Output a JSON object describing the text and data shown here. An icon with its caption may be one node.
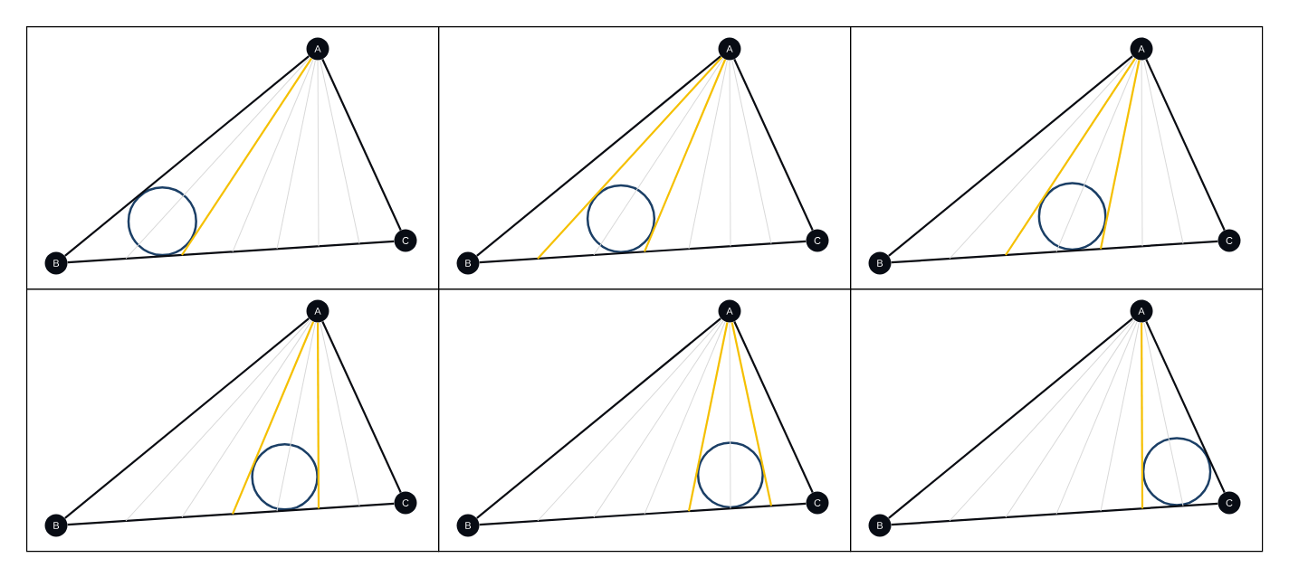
{
  "diagram": {
    "nodes": [
      {
        "text": [],
        "shape": "box"
      },
      {
        "text": [
          "A"
        ],
        "in": 0
      },
      {
        "text": [
          "B"
        ],
        "in": 0
      },
      {
        "text": [
          "C"
        ],
        "in": 0
      },
      {
        "text": [],
        "shape": "circle",
        "in": 0
      },
      {
        "text": [],
        "shape": "box"
      },
      {
        "text": [
          "A"
        ],
        "in": 5
      },
      {
        "text": [
          "B"
        ],
        "in": 5
      },
      {
        "text": [
          "C"
        ],
        "in": 5
      },
      {
        "text": [],
        "shape": "circle",
        "in": 5
      },
      {
        "text": [],
        "shape": "box"
      },
      {
        "text": [
          "A"
        ],
        "in": 10
      },
      {
        "text": [
          "B"
        ],
        "in": 10
      },
      {
        "text": [
          "C"
        ],
        "in": 10
      },
      {
        "text": [],
        "shape": "circle",
        "in": 10
      },
      {
        "text": [],
        "shape": "box"
      },
      {
        "text": [
          "A"
        ],
        "in": 15
      },
      {
        "text": [
          "B"
        ],
        "in": 15
      },
      {
        "text": [
          "C"
        ],
        "in": 15
      },
      {
        "text": [],
        "shape": "circle",
        "in": 15
      },
      {
        "text": [],
        "shape": "box"
      },
      {
        "text": [
          "A"
        ],
        "in": 20
      },
      {
        "text": [
          "B"
        ],
        "in": 20
      },
      {
        "text": [
          "C"
        ],
        "in": 20
      },
      {
        "text": [],
        "shape": "circle",
        "in": 20
      },
      {
        "text": [],
        "shape": "box"
      },
      {
        "text": [
          "A"
        ],
        "in": 25
      },
      {
        "text": [
          "B"
        ],
        "in": 25
      },
      {
        "text": [
          "C"
        ],
        "in": 25
      },
      {
        "text": [],
        "shape": "circle",
        "in": 25
      }
    ],
    "edges": [
      {
        "from": 1,
        "to": 2,
        "arrow": "none",
        "color": "#0a0c12"
      },
      {
        "from": 2,
        "to": 3,
        "arrow": "none",
        "color": "#0a0c12"
      },
      {
        "from": 3,
        "to": 1,
        "arrow": "none",
        "color": "#0a0c12"
      },
      {
        "from": 6,
        "to": 7,
        "arrow": "none",
        "color": "#0a0c12"
      },
      {
        "from": 7,
        "to": 8,
        "arrow": "none",
        "color": "#0a0c12"
      },
      {
        "from": 8,
        "to": 6,
        "arrow": "none",
        "color": "#0a0c12"
      },
      {
        "from": 11,
        "to": 12,
        "arrow": "none",
        "color": "#0a0c12"
      },
      {
        "from": 12,
        "to": 13,
        "arrow": "none",
        "color": "#0a0c12"
      },
      {
        "from": 13,
        "to": 11,
        "arrow": "none",
        "color": "#0a0c12"
      },
      {
        "from": 16,
        "to": 17,
        "arrow": "none",
        "color": "#0a0c12"
      },
      {
        "from": 17,
        "to": 18,
        "arrow": "none",
        "color": "#0a0c12"
      },
      {
        "from": 18,
        "to": 16,
        "arrow": "none",
        "color": "#0a0c12"
      },
      {
        "from": 21,
        "to": 22,
        "arrow": "none",
        "color": "#0a0c12"
      },
      {
        "from": 22,
        "to": 23,
        "arrow": "none",
        "color": "#0a0c12"
      },
      {
        "from": 23,
        "to": 21,
        "arrow": "none",
        "color": "#0a0c12"
      },
      {
        "from": 26,
        "to": 27,
        "arrow": "none",
        "color": "#0a0c12"
      },
      {
        "from": 27,
        "to": 28,
        "arrow": "none",
        "color": "#0a0c12"
      },
      {
        "from": 28,
        "to": 26,
        "arrow": "none",
        "color": "#0a0c12"
      },
      {
        "from": 1,
        "to": null,
        "arrow": "none",
        "color": "#d9d9d9"
      },
      {
        "from": 1,
        "to": 4,
        "arrow": "none",
        "color": "#f5c000"
      },
      {
        "from": 1,
        "to": null,
        "arrow": "none",
        "color": "#d9d9d9"
      },
      {
        "from": 1,
        "to": null,
        "arrow": "none",
        "color": "#d9d9d9"
      },
      {
        "from": 1,
        "to": null,
        "arrow": "none",
        "color": "#d9d9d9"
      },
      {
        "from": 1,
        "to": null,
        "arrow": "none",
        "color": "#d9d9d9"
      },
      {
        "from": 6,
        "to": null,
        "arrow": "none",
        "color": "#f5c000"
      },
      {
        "from": 6,
        "to": 9,
        "arrow": "none",
        "color": "#d9d9d9"
      },
      {
        "from": 6,
        "to": 9,
        "arrow": "none",
        "color": "#f5c000"
      },
      {
        "from": 6,
        "to": null,
        "arrow": "none",
        "color": "#d9d9d9"
      },
      {
        "from": 6,
        "to": null,
        "arrow": "none",
        "color": "#d9d9d9"
      },
      {
        "from": 6,
        "to": null,
        "arrow": "none",
        "color": "#d9d9d9"
      },
      {
        "from": 11,
        "to": null,
        "arrow": "none",
        "color": "#d9d9d9"
      },
      {
        "from": 11,
        "to": null,
        "arrow": "none",
        "color": "#f5c000"
      },
      {
        "from": 11,
        "to": 14,
        "arrow": "none",
        "color": "#d9d9d9"
      },
      {
        "from": 11,
        "to": 14,
        "arrow": "none",
        "color": "#f5c000"
      },
      {
        "from": 11,
        "to": null,
        "arrow": "none",
        "color": "#d9d9d9"
      },
      {
        "from": 11,
        "to": null,
        "arrow": "none",
        "color": "#d9d9d9"
      },
      {
        "from": 16,
        "to": null,
        "arrow": "none",
        "color": "#d9d9d9"
      },
      {
        "from": 16,
        "to": null,
        "arrow": "none",
        "color": "#d9d9d9"
      },
      {
        "from": 16,
        "to": null,
        "arrow": "none",
        "color": "#f5c000"
      },
      {
        "from": 16,
        "to": 19,
        "arrow": "none",
        "color": "#d9d9d9"
      },
      {
        "from": 16,
        "to": 19,
        "arrow": "none",
        "color": "#f5c000"
      },
      {
        "from": 16,
        "to": null,
        "arrow": "none",
        "color": "#d9d9d9"
      },
      {
        "from": 21,
        "to": null,
        "arrow": "none",
        "color": "#d9d9d9"
      },
      {
        "from": 21,
        "to": null,
        "arrow": "none",
        "color": "#d9d9d9"
      },
      {
        "from": 21,
        "to": null,
        "arrow": "none",
        "color": "#d9d9d9"
      },
      {
        "from": 21,
        "to": null,
        "arrow": "none",
        "color": "#f5c000"
      },
      {
        "from": 21,
        "to": 24,
        "arrow": "none",
        "color": "#d9d9d9"
      },
      {
        "from": 21,
        "to": null,
        "arrow": "none",
        "color": "#f5c000"
      },
      {
        "from": 26,
        "to": null,
        "arrow": "none",
        "color": "#d9d9d9"
      },
      {
        "from": 26,
        "to": null,
        "arrow": "none",
        "color": "#d9d9d9"
      },
      {
        "from": 26,
        "to": null,
        "arrow": "none",
        "color": "#d9d9d9"
      },
      {
        "from": 26,
        "to": null,
        "arrow": "none",
        "color": "#d9d9d9"
      },
      {
        "from": 26,
        "to": null,
        "arrow": "none",
        "color": "#f5c000"
      },
      {
        "from": 26,
        "to": 29,
        "arrow": "none",
        "color": "#d9d9d9"
      }
    ]
  }
}
